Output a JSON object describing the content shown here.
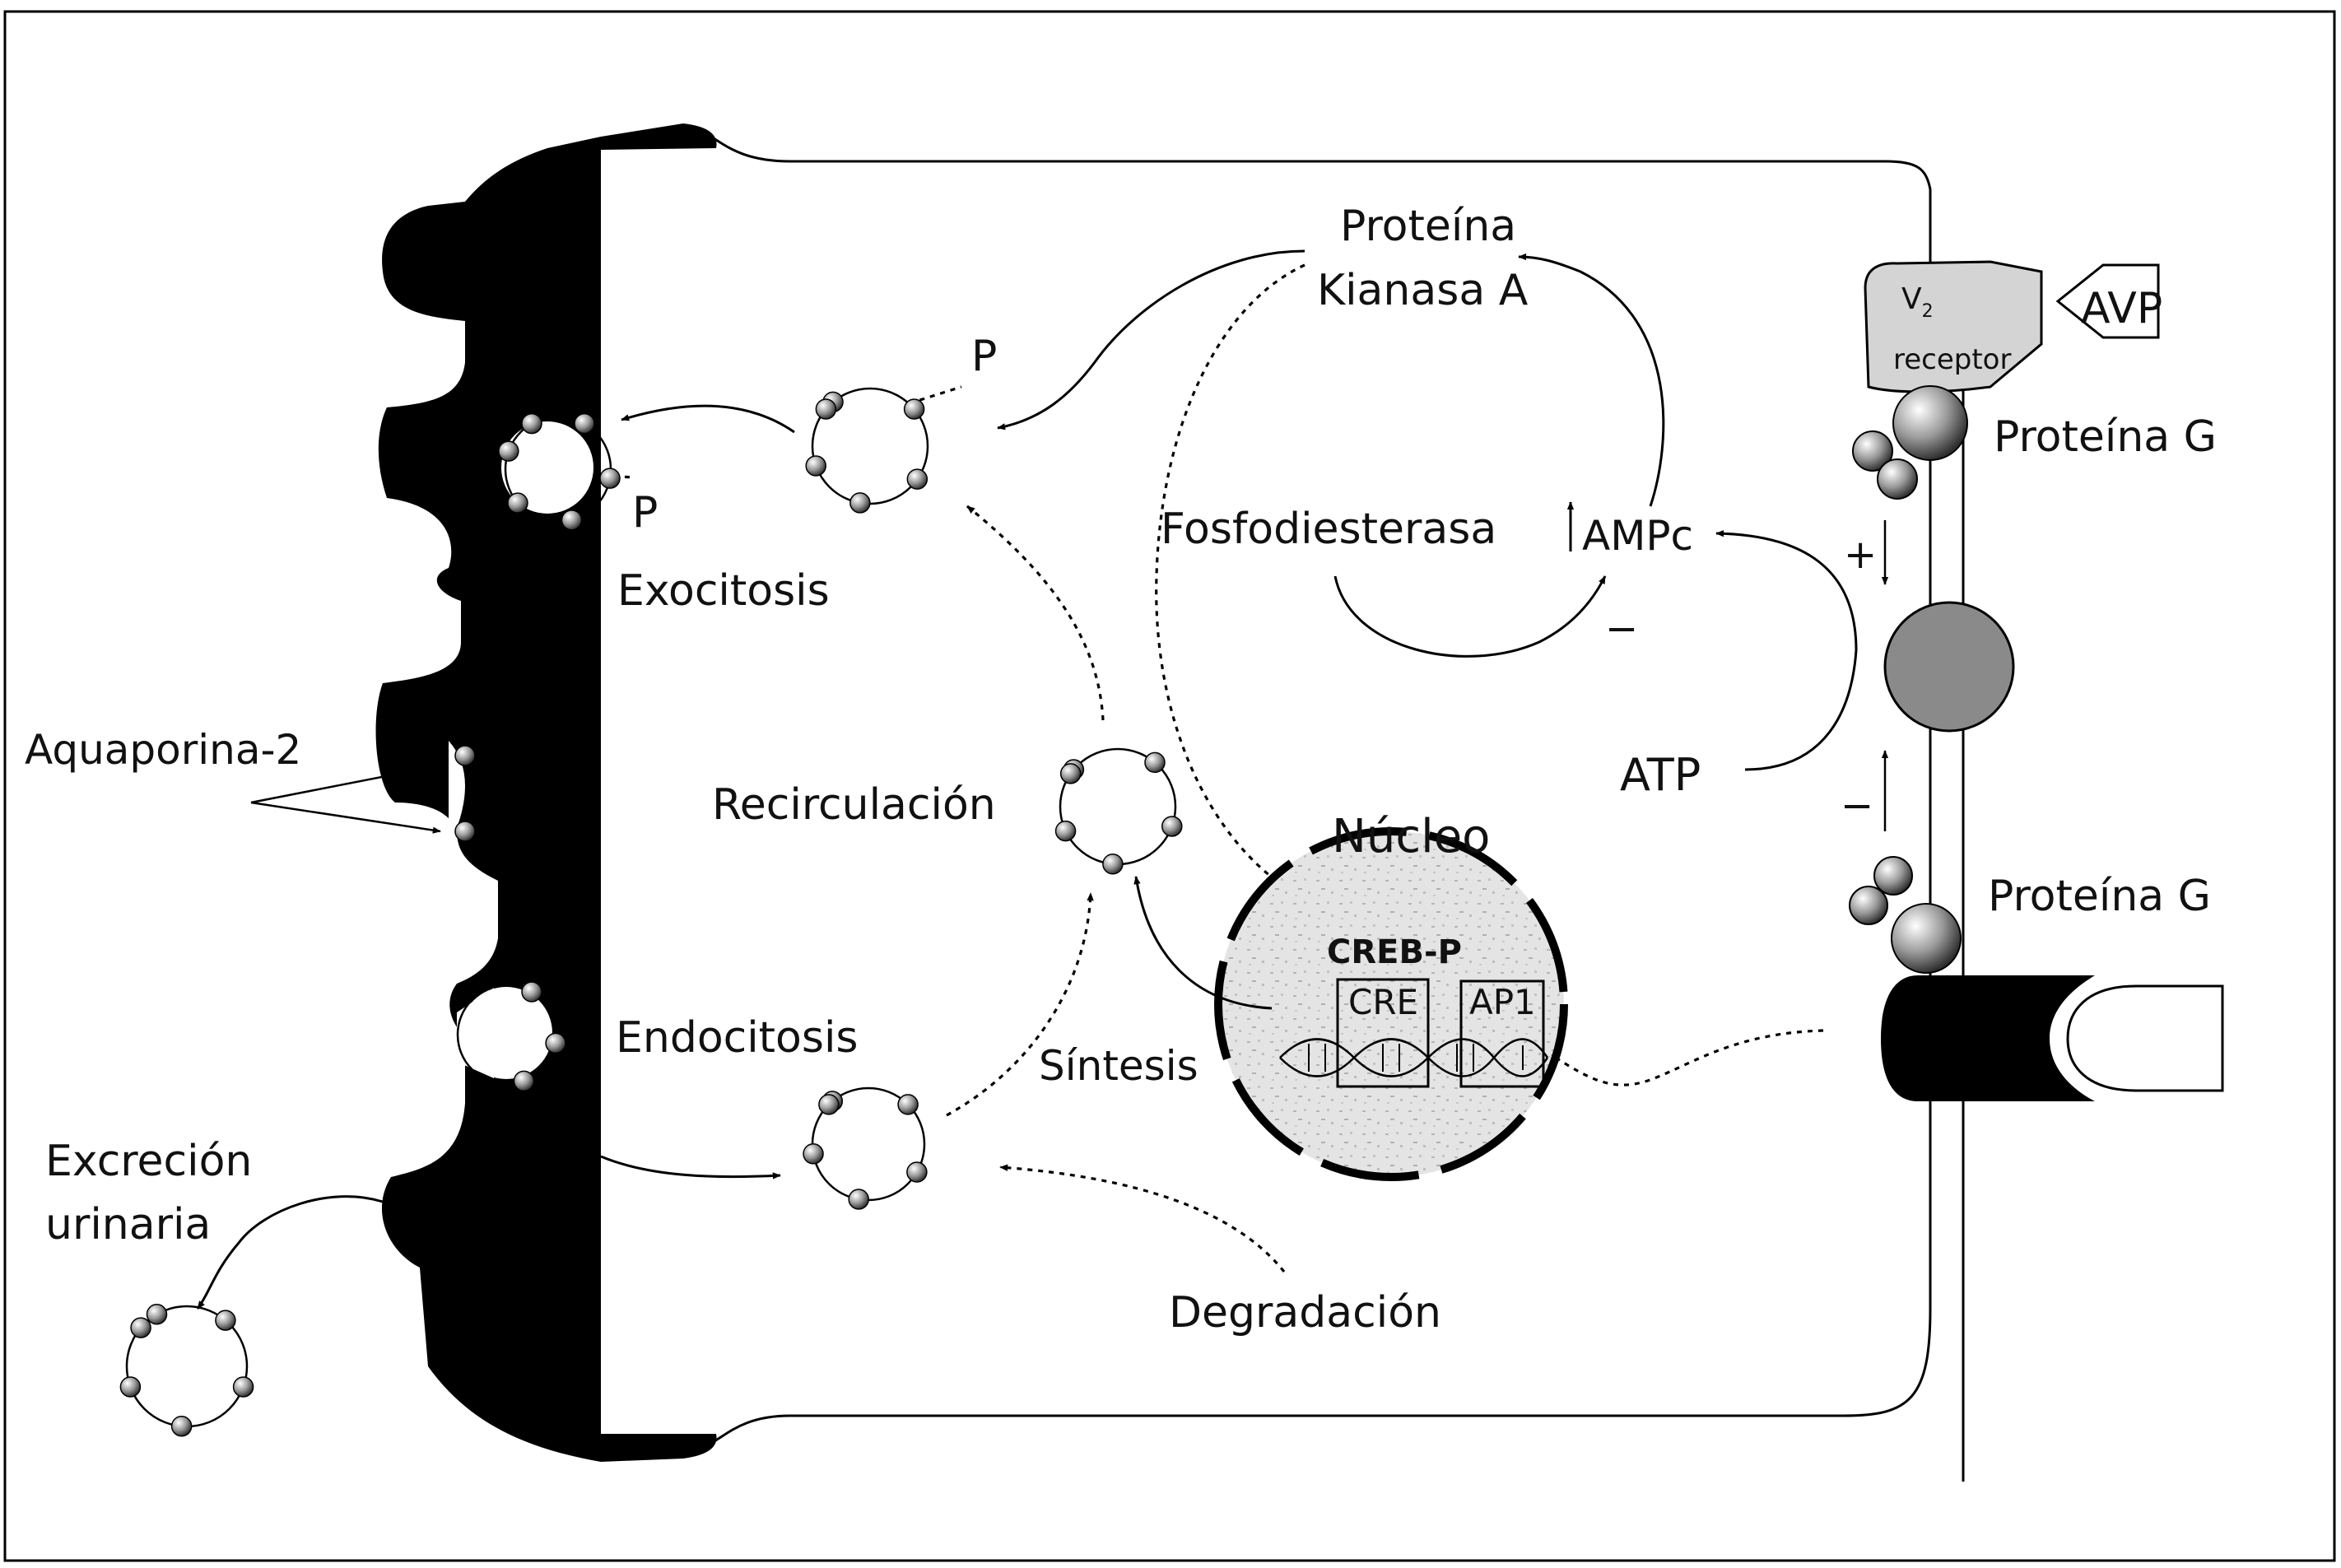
{
  "labels": {
    "proteina_kianasa": [
      "Proteína",
      "Kianasa A"
    ],
    "v2_subscript": "2",
    "v2": "V",
    "receptor": "receptor",
    "avp": "AVP",
    "proteina_g_top": "Proteína G",
    "proteina_g_bottom": "Proteína G",
    "p_top": "P",
    "p_left": "P",
    "exocitosis": "Exocitosis",
    "fosfodiesterasa": "Fosfodiesterasa",
    "ampc": "AMPc",
    "plus": "+",
    "minus_pde": "−",
    "minus_g": "−",
    "atp": "ATP",
    "aquaporina": "Aquaporina-2",
    "recirculacion": "Recirculación",
    "nucleo": "Núcleo",
    "creb_p": "CREB-P",
    "cre": "CRE",
    "ap1": "AP1",
    "endocitosis": "Endocitosis",
    "sintesis": "Síntesis",
    "excrecion": [
      "Excreción",
      "urinaria"
    ],
    "degradacion": "Degradación"
  },
  "colors": {
    "membrane": "#000000",
    "receptor_fill": "#d4d4d4",
    "adenylyl_cyclase": "#8a8a8a",
    "nucleus_fill": "#e6e6e6",
    "sphere_light": "#ffffff",
    "sphere_dark": "#3a3a3a"
  }
}
